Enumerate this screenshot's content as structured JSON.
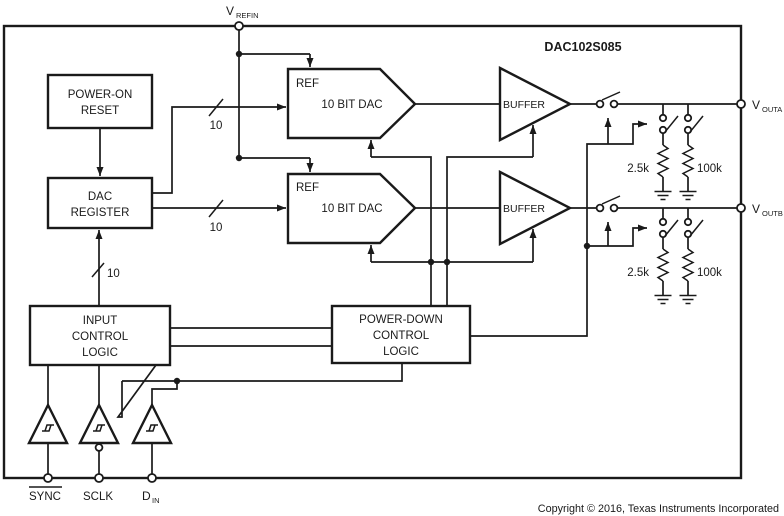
{
  "title": "DAC102S085",
  "copyright": "Copyright © 2016, Texas Instruments Incorporated",
  "colors": {
    "line": "#1a1a1a",
    "background": "#ffffff"
  },
  "blocks": {
    "power_on_reset": {
      "line1": "POWER-ON",
      "line2": "RESET"
    },
    "dac_register": {
      "line1": "DAC",
      "line2": "REGISTER"
    },
    "input_control_logic": {
      "line1": "INPUT",
      "line2": "CONTROL",
      "line3": "LOGIC"
    },
    "power_down_control_logic": {
      "line1": "POWER-DOWN",
      "line2": "CONTROL",
      "line3": "LOGIC"
    },
    "dac_a": {
      "ref": "REF",
      "label": "10 BIT DAC"
    },
    "dac_b": {
      "ref": "REF",
      "label": "10 BIT DAC"
    },
    "buffer_a": {
      "label": "BUFFER"
    },
    "buffer_b": {
      "label": "BUFFER"
    }
  },
  "buses": {
    "dac_a": "10",
    "dac_b": "10",
    "input": "10"
  },
  "pins": {
    "vrefin": {
      "main": "V",
      "sub": "REFIN"
    },
    "vouta": {
      "main": "V",
      "sub": "OUTA"
    },
    "voutb": {
      "main": "V",
      "sub": "OUTB"
    },
    "sync": {
      "label": "SYNC"
    },
    "sclk": {
      "label": "SCLK"
    },
    "din": {
      "main": "D",
      "sub": "IN"
    }
  },
  "resistors": {
    "channel_a": {
      "r1": "2.5k",
      "r2": "100k"
    },
    "channel_b": {
      "r1": "2.5k",
      "r2": "100k"
    }
  }
}
